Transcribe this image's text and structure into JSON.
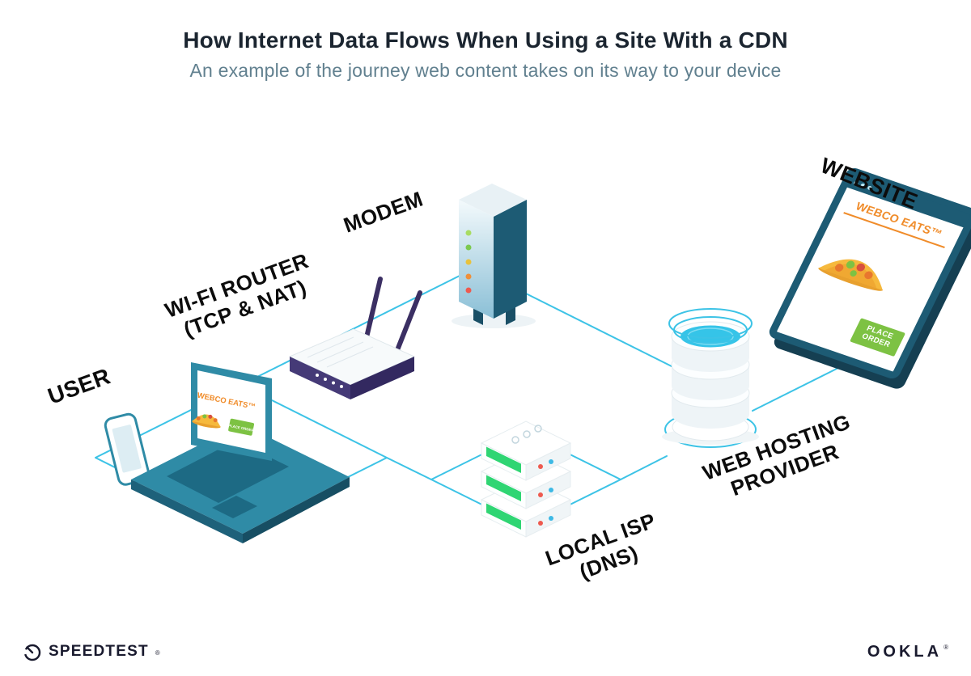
{
  "header": {
    "title": "How Internet Data Flows When Using a Site With a CDN",
    "subtitle": "An example of the journey web content takes on its way to your device"
  },
  "labels": {
    "user": "USER",
    "router_line1": "WI-FI ROUTER",
    "router_line2": "(TCP & NAT)",
    "modem": "MODEM",
    "isp_line1": "LOCAL ISP",
    "isp_line2": "(DNS)",
    "hosting_line1": "WEB HOSTING",
    "hosting_line2": "PROVIDER",
    "website": "WEBSITE"
  },
  "website_browser": {
    "brand": "WEBCO EATS™",
    "order_button": "PLACE ORDER"
  },
  "laptop_screen": {
    "brand": "WEBCO EATS™",
    "order_button": "PLACE ORDER"
  },
  "footer": {
    "speedtest": "SPEEDTEST",
    "speedtest_mark": "®",
    "ookla": "OOKLA",
    "ookla_mark": "®"
  },
  "colors": {
    "line_cyan": "#3cc3e6",
    "teal_dark": "#1d5b74",
    "teal_mid": "#2f8ba6",
    "server_green": "#2fd573",
    "button_green": "#7dc243",
    "brand_orange": "#f08c2a",
    "router_purple": "#3b2f63",
    "subtitle_gray": "#61808f"
  }
}
